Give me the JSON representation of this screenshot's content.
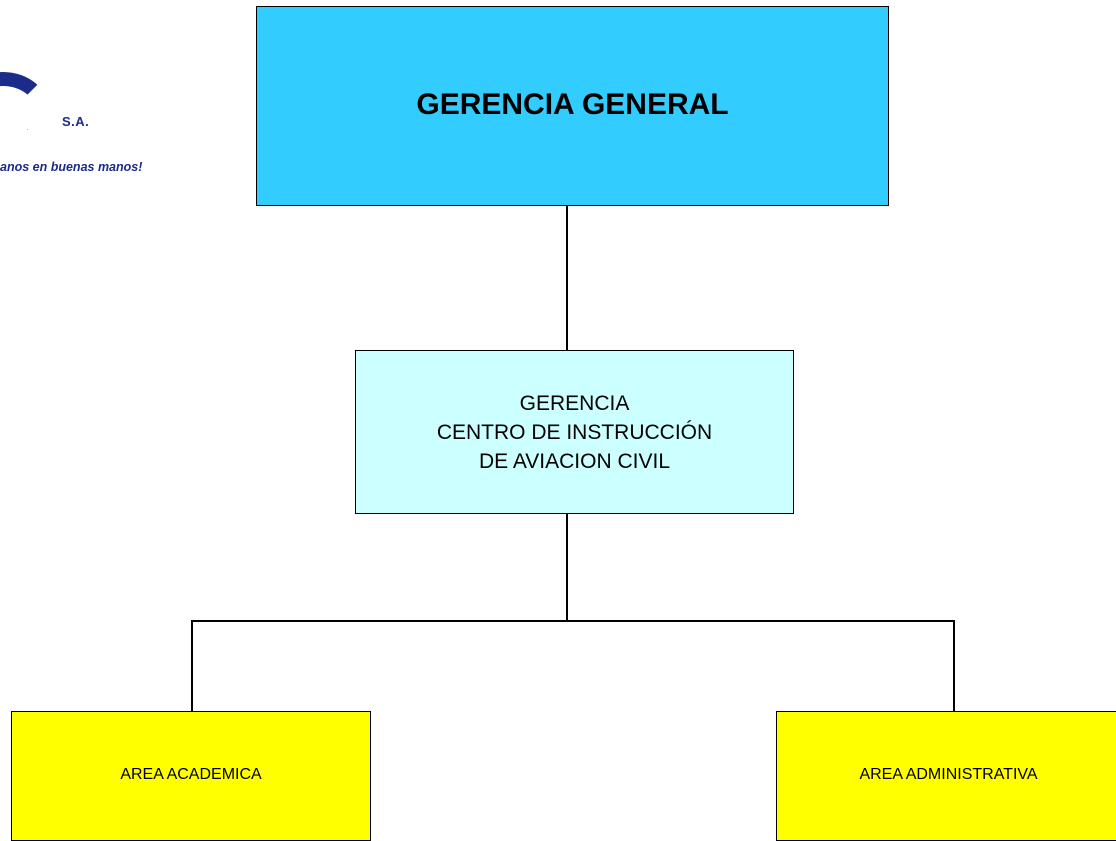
{
  "logo": {
    "mark_suffix": "S.A.",
    "tagline": "anos en buenas manos!"
  },
  "org_chart": {
    "general": {
      "label": "GERENCIA GENERAL"
    },
    "centro": {
      "lines": [
        "GERENCIA",
        "CENTRO DE INSTRUCCIÓN",
        "DE AVIACION CIVIL"
      ]
    },
    "academica": {
      "label": "AREA ACADEMICA"
    },
    "administrativa": {
      "label": "AREA ADMINISTRATIVA"
    }
  },
  "colors": {
    "general_fill": "#33ccff",
    "centro_fill": "#ccffff",
    "area_fill": "#ffff00",
    "logo_blue": "#1a2b8c"
  }
}
